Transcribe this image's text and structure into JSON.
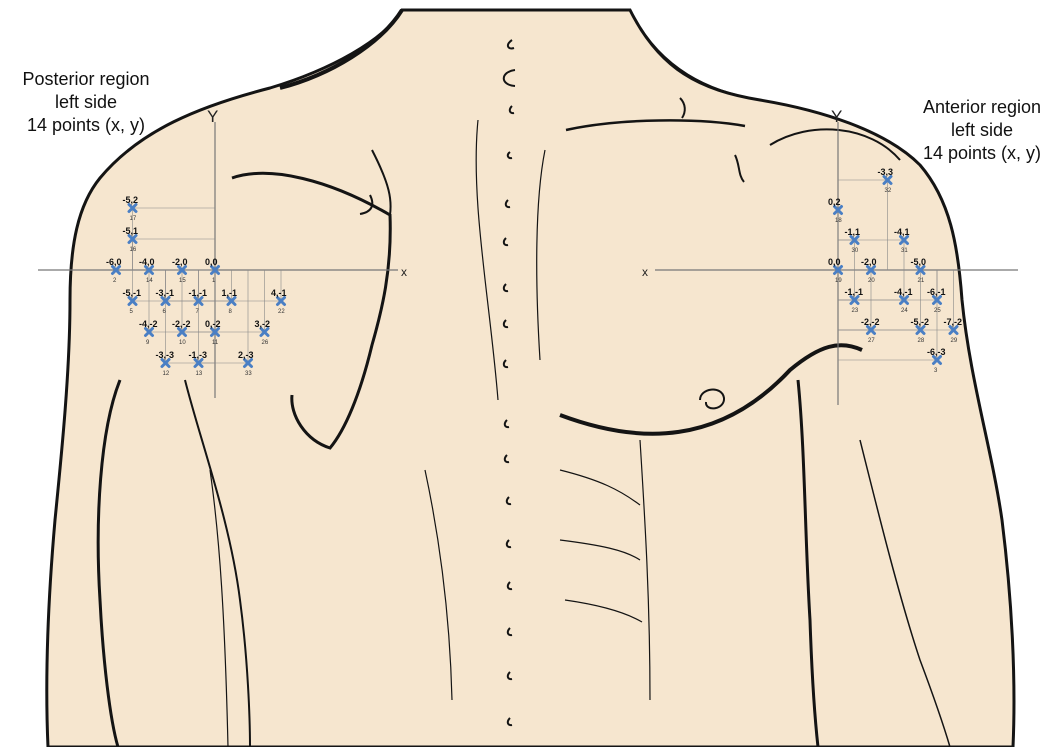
{
  "posterior_label": {
    "line1": "Posterior region",
    "line2": "left side",
    "line3": "14 points (x, y)"
  },
  "anterior_label": {
    "line1": "Anterior region",
    "line2": "left side",
    "line3": "14 points (x, y)"
  },
  "axes": {
    "x_letter": "X",
    "y_letter": "Y",
    "x_letter_small": "x"
  },
  "colors": {
    "skin": "#f6e6cf",
    "outline": "#141414",
    "marker": "#4a7fc4",
    "axis": "#777777"
  },
  "posterior_points": [
    {
      "coord": "-5,2",
      "id": "17"
    },
    {
      "coord": "-5,1",
      "id": "16"
    },
    {
      "coord": "-6,0",
      "id": "2"
    },
    {
      "coord": "-4,0",
      "id": "14"
    },
    {
      "coord": "-2,0",
      "id": "15"
    },
    {
      "coord": "0,0",
      "id": "1"
    },
    {
      "coord": "4,-1",
      "id": "22"
    },
    {
      "coord": "-5,-1",
      "id": "5"
    },
    {
      "coord": "-3,-1",
      "id": "6"
    },
    {
      "coord": "-1,-1",
      "id": "7"
    },
    {
      "coord": "1,-1",
      "id": "8"
    },
    {
      "coord": "-4,-2",
      "id": "9"
    },
    {
      "coord": "-2,-2",
      "id": "10"
    },
    {
      "coord": "0,-2",
      "id": "11"
    },
    {
      "coord": "3,-2",
      "id": "26"
    },
    {
      "coord": "-3,-3",
      "id": "12"
    },
    {
      "coord": "-1,-3",
      "id": "13"
    },
    {
      "coord": "2,-3",
      "id": "33"
    }
  ],
  "anterior_points": [
    {
      "coord": "-3,3",
      "id": "32"
    },
    {
      "coord": "0,2",
      "id": "18"
    },
    {
      "coord": "-1,1",
      "id": "30"
    },
    {
      "coord": "-4,1",
      "id": "31"
    },
    {
      "coord": "0,0",
      "id": "19"
    },
    {
      "coord": "-2,0",
      "id": "20"
    },
    {
      "coord": "-5,0",
      "id": "21"
    },
    {
      "coord": "-1,-1",
      "id": "23"
    },
    {
      "coord": "-4,-1",
      "id": "24"
    },
    {
      "coord": "-6,-1",
      "id": "25"
    },
    {
      "coord": "-2,-2",
      "id": "27"
    },
    {
      "coord": "-5,-2",
      "id": "28"
    },
    {
      "coord": "-7,-2",
      "id": "29"
    },
    {
      "coord": "-6,-3",
      "id": "3"
    }
  ]
}
